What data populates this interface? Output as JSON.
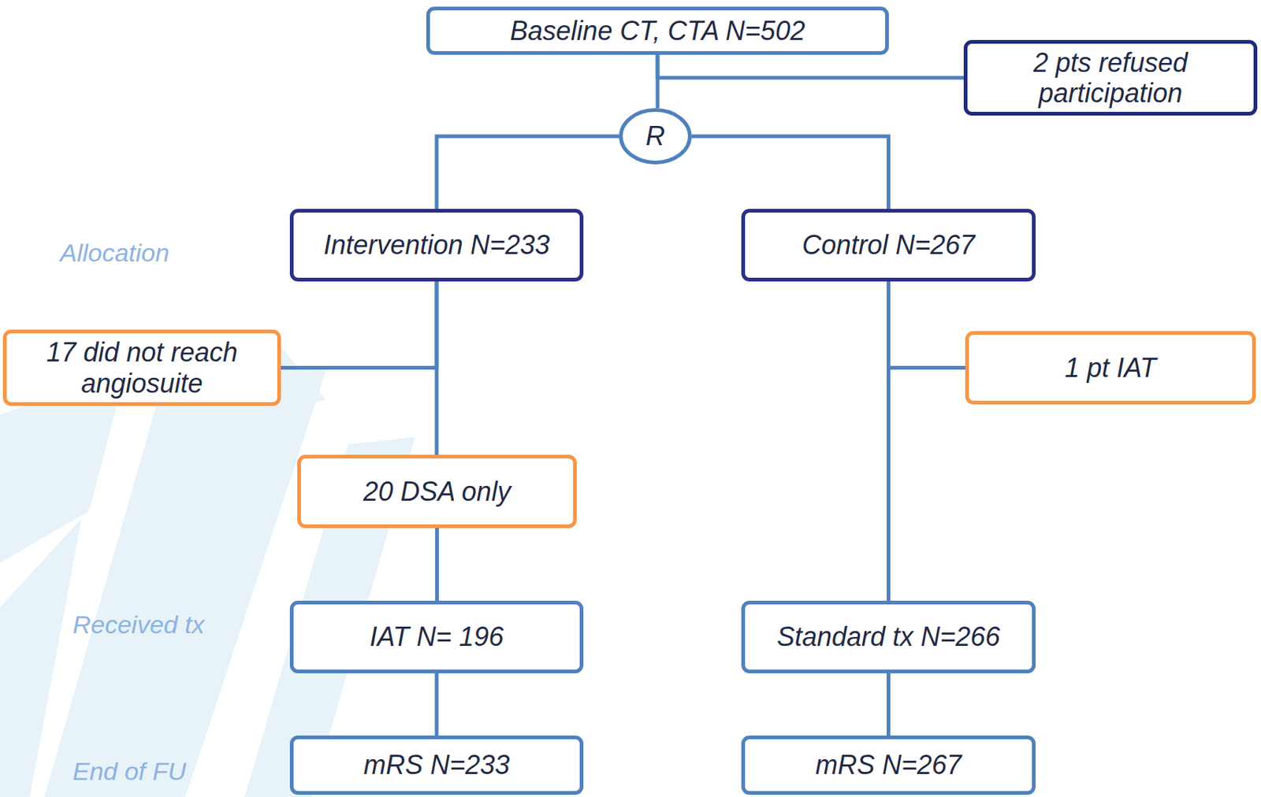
{
  "diagram": {
    "nodes": [
      {
        "text": [
          "Baseline CT, CTA N=502"
        ]
      },
      {
        "text": [
          "2 pts refused participation"
        ]
      },
      {
        "text": [
          "R"
        ]
      },
      {
        "text": [
          "Intervention N=233"
        ]
      },
      {
        "text": [
          "Control N=267"
        ]
      },
      {
        "text": [
          "17 did not reach angiosuite"
        ]
      },
      {
        "text": [
          "1 pt IAT"
        ]
      },
      {
        "text": [
          "20 DSA only"
        ]
      },
      {
        "text": [
          "IAT N= 196"
        ]
      },
      {
        "text": [
          "Standard tx N=266"
        ]
      },
      {
        "text": [
          "mRS N=233"
        ]
      },
      {
        "text": [
          "mRS N=267"
        ]
      }
    ],
    "edges": [
      {
        "from": 0,
        "to": 2,
        "arrow": "none"
      },
      {
        "from": 0,
        "to": 1,
        "arrow": "none"
      },
      {
        "from": 2,
        "to": 3,
        "arrow": "none"
      },
      {
        "from": 2,
        "to": 4,
        "arrow": "none"
      },
      {
        "from": 3,
        "to": 5,
        "arrow": "none"
      },
      {
        "from": 3,
        "to": 7,
        "arrow": "none"
      },
      {
        "from": 4,
        "to": 6,
        "arrow": "none"
      },
      {
        "from": 4,
        "to": 9,
        "arrow": "none"
      },
      {
        "from": 7,
        "to": 8,
        "arrow": "none"
      },
      {
        "from": 8,
        "to": 10,
        "arrow": "none"
      },
      {
        "from": 9,
        "to": 11,
        "arrow": "none"
      }
    ],
    "labels": [
      "Allocation",
      "Received tx",
      "End of FU"
    ]
  }
}
